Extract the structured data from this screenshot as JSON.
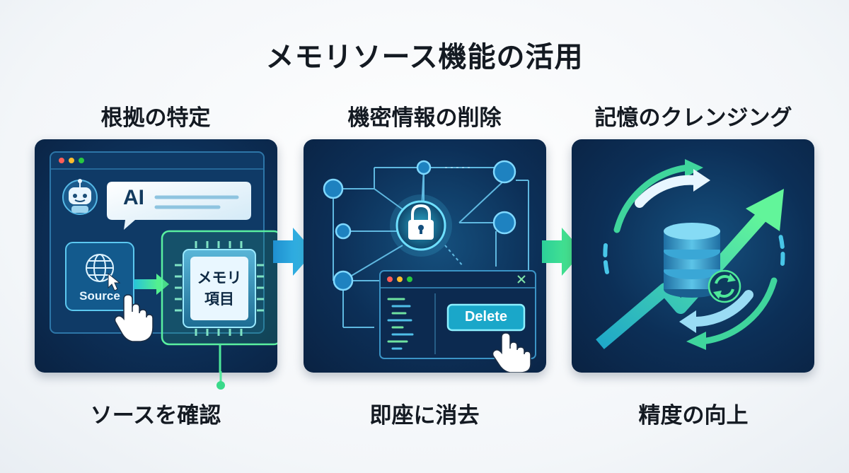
{
  "title": "メモリソース機能の活用",
  "panels": [
    {
      "heading": "根拠の特定",
      "caption": "ソースを確認",
      "chat_label": "AI",
      "source_button": "Source",
      "chip_label_line1": "メモリ",
      "chip_label_line2": "項目"
    },
    {
      "heading": "機密情報の削除",
      "caption": "即座に消去",
      "delete_button": "Delete"
    },
    {
      "heading": "記憶のクレンジング",
      "caption": "精度の向上"
    }
  ],
  "colors": {
    "panel_bg": "#0c2f57",
    "accent_cyan": "#3fd0f0",
    "accent_green": "#4ee89a",
    "arrow_cyan": "#2fb3e6",
    "arrow_green": "#3fe08a"
  },
  "icons": [
    "robot-icon",
    "globe-icon",
    "cursor-icon",
    "hand-pointer-icon",
    "chip-icon",
    "lock-icon",
    "database-icon",
    "refresh-icon",
    "arrow-right-icon"
  ]
}
